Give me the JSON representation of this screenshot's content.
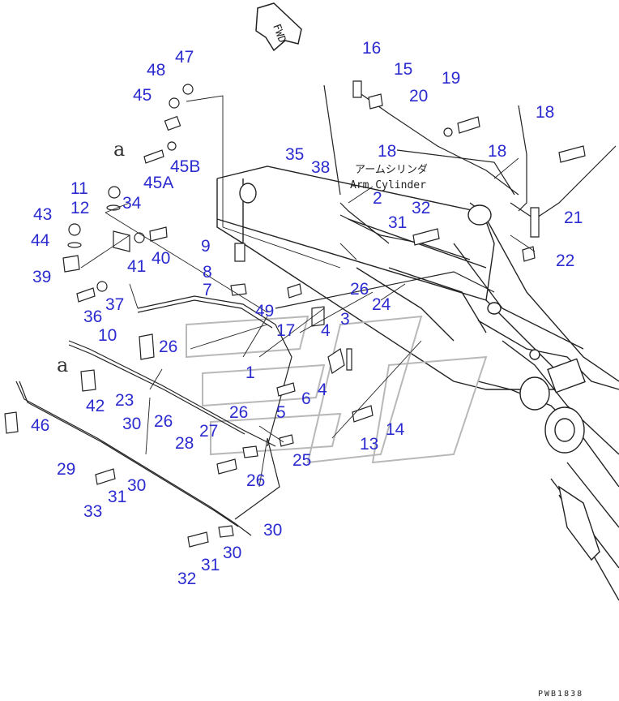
{
  "diagram": {
    "fwd_label": "FWD",
    "arm_cylinder_jp": "アームシリンダ",
    "arm_cylinder_en": "Arm Cylinder",
    "detail_marks": [
      "a",
      "a"
    ],
    "drawing_number": "PWB1838",
    "callouts": [
      "16",
      "15",
      "47",
      "48",
      "45",
      "19",
      "20",
      "18",
      "18",
      "18",
      "45B",
      "45A",
      "35",
      "38",
      "2",
      "11",
      "34",
      "12",
      "32",
      "31",
      "21",
      "43",
      "44",
      "9",
      "41",
      "40",
      "22",
      "39",
      "8",
      "26",
      "7",
      "24",
      "37",
      "36",
      "49",
      "17",
      "3",
      "4",
      "10",
      "26",
      "1",
      "6",
      "4",
      "42",
      "23",
      "26",
      "5",
      "14",
      "46",
      "26",
      "13",
      "30",
      "27",
      "28",
      "25",
      "29",
      "26",
      "30",
      "33",
      "31",
      "30",
      "32",
      "31",
      "30"
    ],
    "colors": {
      "callout": "#2b2bd0",
      "line": "#222222",
      "background": "#ffffff"
    }
  }
}
